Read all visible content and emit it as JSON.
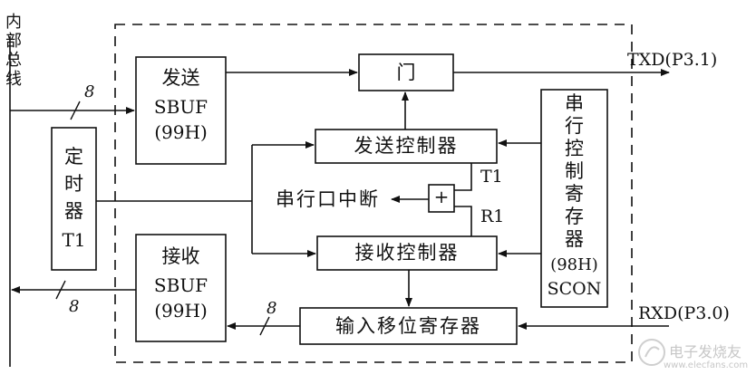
{
  "internal_bus": "内部总线",
  "bus_width_tx": "8",
  "bus_width_rx": "8",
  "bus_width_shift": "8",
  "send_sbuf": [
    "发送",
    "SBUF",
    "(99H)"
  ],
  "recv_sbuf": [
    "接收",
    "SBUF",
    "(99H)"
  ],
  "timer": [
    "定",
    "时",
    "器",
    "T1"
  ],
  "gate": "门",
  "txd": "TXD(P3.1)",
  "rxd": "RXD(P3.0)",
  "send_controller": "发送控制器",
  "recv_controller": "接收控制器",
  "serial_interrupt": "串行口中断",
  "or_gate": "+",
  "t1_flag": "T1",
  "r1_flag": "R1",
  "scon": [
    "串",
    "行",
    "控",
    "制",
    "寄",
    "存",
    "器",
    "(98H)",
    "SCON"
  ],
  "shift_register": "输入移位寄存器",
  "watermark": "电子发烧友",
  "watermark_url": "www.elecfans.com"
}
